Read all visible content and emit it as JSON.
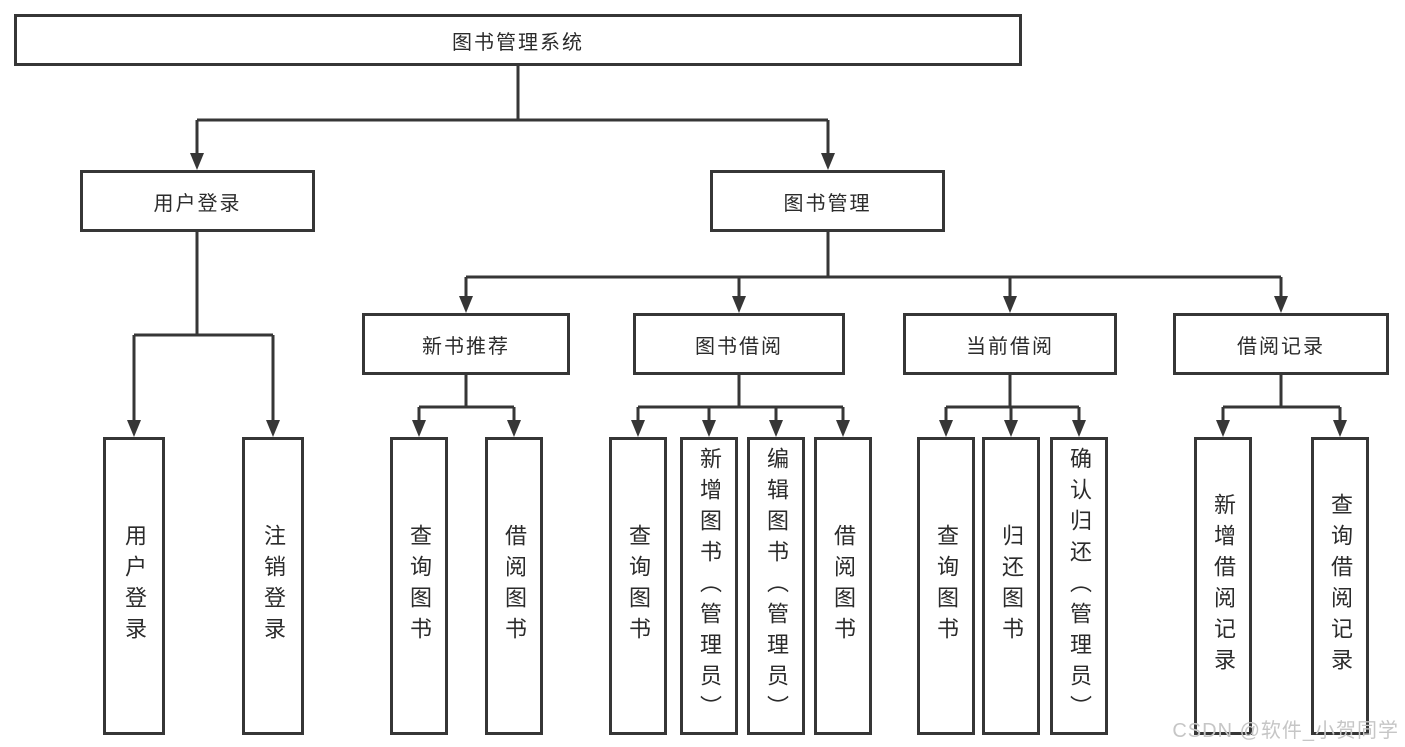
{
  "diagram": {
    "root": {
      "label": "图书管理系统"
    },
    "branches": [
      {
        "label": "用户登录",
        "children": [
          {
            "label": "用户登录"
          },
          {
            "label": "注销登录"
          }
        ]
      },
      {
        "label": "图书管理",
        "children": [
          {
            "label": "新书推荐",
            "children": [
              {
                "label": "查询图书"
              },
              {
                "label": "借阅图书"
              }
            ]
          },
          {
            "label": "图书借阅",
            "children": [
              {
                "label": "查询图书"
              },
              {
                "label": "新增图书（管理员）"
              },
              {
                "label": "编辑图书（管理员）"
              },
              {
                "label": "借阅图书"
              }
            ]
          },
          {
            "label": "当前借阅",
            "children": [
              {
                "label": "查询图书"
              },
              {
                "label": "归还图书"
              },
              {
                "label": "确认归还（管理员）"
              }
            ]
          },
          {
            "label": "借阅记录",
            "children": [
              {
                "label": "新增借阅记录"
              },
              {
                "label": "查询借阅记录"
              }
            ]
          }
        ]
      }
    ]
  },
  "watermark": {
    "text": "CSDN @软件_小贺同学"
  },
  "colors": {
    "line": "#363636",
    "box_border": "#363636",
    "box_background": "#ffffff",
    "text": "#2b2b2b",
    "watermark": "#c6c6c6"
  }
}
